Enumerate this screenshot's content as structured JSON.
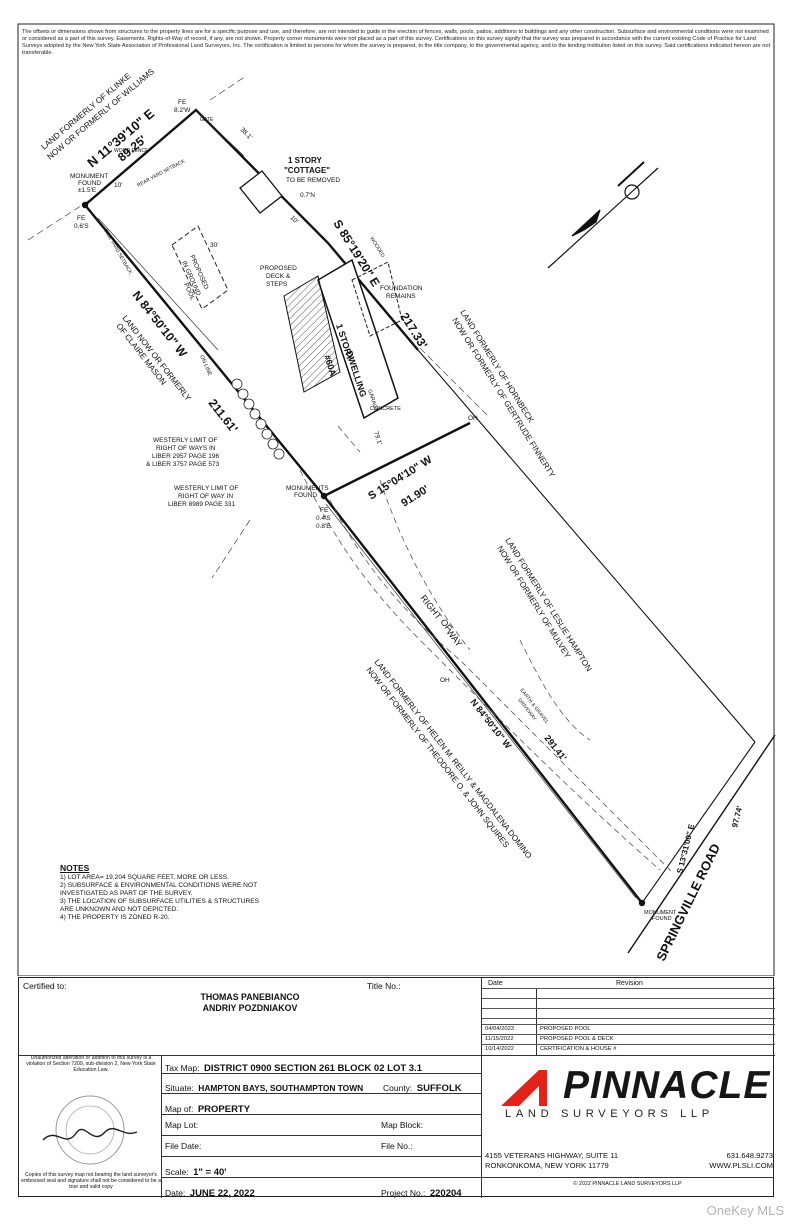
{
  "disclaimer": "The offsets or dimensions shown from structures to the property lines are for a specific purpose and use, and therefore, are not intended to guide in the erection of fences, walls, pools, patios, additions to buildings and any other construction. Subsurface and environmental conditions were not examined or considered as a part of this survey. Easements, Rights-of-Way of record, if any, are not shown. Property corner monuments were not placed as a part of this survey. Certifications on this survey signify that the survey was prepared in accordance with the current existing Code of Practice for Land Surveys adopted by the New York State Association of Professional Land Surveyors, Inc. The certification is limited to persons for whom the survey is prepared, to the title company, to the governmental agency, and to the lending institution listed on this survey. Said certifications indicated hereon are not transferable.",
  "plan": {
    "bearing_north": "N 11°39'10\" E",
    "dist_north": "89.25'",
    "bearing_s85": "S 85°19'20\" E",
    "dist_217": "217.33'",
    "bearing_n84": "N 84°50'10\" W",
    "dist_211": "211.61'",
    "bearing_s15": "S 15°04'10\" W",
    "dist_91": "91.90'",
    "bearing_n84b": "N 84°50'10\" W",
    "dist_291": "291.41'",
    "bearing_s13": "S 13°31'00\" E",
    "dist_97": "97.74'",
    "adj_klinke_1": "LAND FORMERLY OF KLINKE",
    "adj_klinke_2": "NOW OR FORMERLY OF WILLIAMS",
    "adj_hornbeck_1": "LAND FORMERLY OF HORNBECK",
    "adj_hornbeck_2": "NOW OR FORMERLY OF GERTRUDE FINNERTY",
    "adj_mason_1": "LAND NOW OR FORMERLY",
    "adj_mason_2": "OF CLAIRE MASON",
    "adj_hampton_1": "LAND FORMERLY OF LESLIE HAMPTON",
    "adj_hampton_2": "NOW OR FORMERLY OF MULVEY",
    "adj_reilly_1": "LAND FORMERLY OF HELEN M. REILLY & MAGDALENA DOMINO",
    "adj_reilly_2": "NOW OR FORMERLY OF THEODORE O. & JOHN SQUIRES",
    "cottage_1": "1 STORY",
    "cottage_2": "\"COTTAGE\"",
    "cottage_3": "TO BE REMOVED",
    "dwelling_1": "1 STORY",
    "dwelling_2": "DWELLING",
    "dwelling_3": "#60A",
    "deck_1": "PROPOSED",
    "deck_2": "DECK &",
    "deck_3": "STEPS",
    "pool_1": "PROPOSED",
    "pool_2": "IN GROUND",
    "pool_3": "POOL",
    "foundation_1": "FOUNDATION",
    "foundation_2": "REMAINS",
    "monument_1": "MONUMENT",
    "monument_2": "FOUND",
    "monument_2b": "±1.5'E",
    "monuments_1": "MONUMENTS",
    "monuments_2": "FOUND",
    "monument_se_1": "MONUMENT",
    "monument_se_2": "FOUND",
    "row_1": "RIGHT",
    "row_2": "OF",
    "row_3": "WAY",
    "wl1_1": "WESTERLY LIMIT OF",
    "wl1_2": "RIGHT OF WAYS IN",
    "wl1_3": "LIBER 2957 PAGE 196",
    "wl1_4": "& LIBER 3757 PAGE 573",
    "wl2_1": "WESTERLY LIMIT OF",
    "wl2_2": "RIGHT OF WAY IN",
    "wl2_3": "LIBER 8989 PAGE 331",
    "wood_fence": "WOOD FENCE",
    "gate": "GATE",
    "wooded": "WOODED",
    "fe_1": "FE",
    "fe_1v": "8.2'W",
    "fe_2": "FE",
    "fe_2v": "0.6'S",
    "fe_3": "FE",
    "fe_3v": "0.4'S",
    "fe_3w": "0.8'E",
    "fe_4v": "0.7'N",
    "off_line": "ON LINE",
    "dim_38": "38.1'",
    "dim_30": "30'",
    "dim_10a": "10'",
    "dim_10b": "10'",
    "dim_79": "79.1'",
    "dim_rear": "REAR YARD SETBACK",
    "dim_side": "SIDE YARD SETBACK",
    "earth_1": "EARTH & GRAVEL",
    "earth_2": "DRIVEWAY",
    "concrete": "CONCRETE",
    "garage": "GARAGE",
    "oh_1": "OH",
    "oh_2": "OH",
    "road": "SPRINGVILLE ROAD"
  },
  "notes": {
    "title": "NOTES",
    "items": [
      "1) LOT AREA= 19,204 SQUARE FEET, MORE OR LESS.",
      "2) SUBSURFACE & ENVIRONMENTAL CONDITIONS WERE NOT INVESTIGATED AS PART OF THE SURVEY.",
      "3) THE LOCATION OF SUBSURFACE UTILITIES & STRUCTURES ARE UNKNOWN AND NOT DEPICTED.",
      "4) THE PROPERTY IS ZONED R-20."
    ]
  },
  "titleblock": {
    "certified_label": "Certified to:",
    "title_no_label": "Title No.:",
    "owners": [
      "THOMAS PANEBIANCO",
      "ANDRIY POZDNIAKOV"
    ],
    "date_header": "Date",
    "revision_header": "Revision",
    "revisions": [
      {
        "date": "",
        "text": ""
      },
      {
        "date": "",
        "text": ""
      },
      {
        "date": "",
        "text": ""
      },
      {
        "date": "",
        "text": ""
      },
      {
        "date": "04/04/2023",
        "text": "PROPOSED POOL"
      },
      {
        "date": "11/15/2022",
        "text": "PROPOSED POOL & DECK"
      },
      {
        "date": "10/14/2022",
        "text": "CERTIFICATION & HOUSE #"
      }
    ],
    "unauthorized": "Unauthorized alteration or addition to this survey is a violation of Section 7209, sub-division 2, New York State Education Law.",
    "copies": "Copies of this survey map not bearing the land surveyor's embossed seal and signature shall not be considered to be a true and valid copy",
    "tax_map_label": "Tax Map:",
    "tax_map": "DISTRICT 0900 SECTION 261 BLOCK 02 LOT 3.1",
    "situate_label": "Situate:",
    "situate": "HAMPTON BAYS, SOUTHAMPTON TOWN",
    "county_label": "County:",
    "county": "SUFFOLK",
    "map_of_label": "Map of:",
    "map_of": "PROPERTY",
    "map_lot_label": "Map Lot:",
    "map_block_label": "Map Block:",
    "file_date_label": "File Date:",
    "file_no_label": "File No.:",
    "scale_label": "Scale:",
    "scale": "1\" = 40'",
    "date_label": "Date:",
    "date": "JUNE 22, 2022",
    "project_label": "Project No.:",
    "project": "220204",
    "company": "PINNACLE",
    "company_sub": "LAND SURVEYORS LLP",
    "address_1": "4155 VETERANS HIGHWAY, SUITE 11",
    "address_2": "RONKONKOMA, NEW YORK 11779",
    "phone": "631.648.9273",
    "web": "WWW.PLSLI.COM",
    "copyright": "© 2022 PINNACLE LAND SURVEYORS LLP",
    "brand_color": "#e2231a"
  },
  "watermark": "OneKey MLS"
}
